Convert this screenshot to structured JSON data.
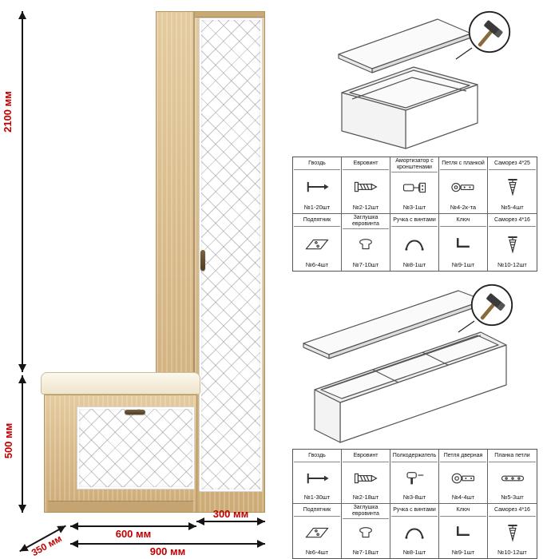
{
  "dimensions": {
    "total_height": "2100 мм",
    "bench_height": "500 мм",
    "depth": "350 мм",
    "bench_width": "600 мм",
    "cabinet_width": "300 мм",
    "total_width": "900 мм"
  },
  "colors": {
    "dimension_text": "#c00000",
    "oak": "#d7b887",
    "door_white": "#ffffff",
    "line": "#555555"
  },
  "hardware_tables": [
    {
      "name": "bench-hardware",
      "rows": [
        [
          {
            "label": "Гвоздь",
            "count": "№1-20шт",
            "icon": "nail-icon"
          },
          {
            "label": "Евровинт",
            "count": "№2-12шт",
            "icon": "euroscrew-icon"
          },
          {
            "label": "Амортизатор с кронштенами",
            "count": "№3-1шт",
            "icon": "absorber-icon"
          },
          {
            "label": "Петля с планкой",
            "count": "№4-2к-та",
            "icon": "hinge-plate-icon"
          },
          {
            "label": "Саморез 4*25",
            "count": "№5-4шт",
            "icon": "screw-icon"
          }
        ],
        [
          {
            "label": "Подпятник",
            "count": "№6-4шт",
            "icon": "footpad-icon"
          },
          {
            "label": "Заглушка евровинта",
            "count": "№7-10шт",
            "icon": "cap-icon"
          },
          {
            "label": "Ручка с винтами",
            "count": "№8-1шт",
            "icon": "handle-icon"
          },
          {
            "label": "Ключ",
            "count": "№9-1шт",
            "icon": "key-icon"
          },
          {
            "label": "Саморез 4*16",
            "count": "№10-12шт",
            "icon": "screw-icon"
          }
        ]
      ]
    },
    {
      "name": "cabinet-hardware",
      "rows": [
        [
          {
            "label": "Гвоздь",
            "count": "№1-30шт",
            "icon": "nail-icon"
          },
          {
            "label": "Евровинт",
            "count": "№2-18шт",
            "icon": "euroscrew-icon"
          },
          {
            "label": "Полкодержатель",
            "count": "№3-8шт",
            "icon": "shelf-holder-icon"
          },
          {
            "label": "Петля дверная",
            "count": "№4-4шт",
            "icon": "door-hinge-icon"
          },
          {
            "label": "Планка петли",
            "count": "№5-3шт",
            "icon": "hinge-strip-icon"
          }
        ],
        [
          {
            "label": "Подпятник",
            "count": "№6-4шт",
            "icon": "footpad-icon"
          },
          {
            "label": "Заглушка евровинта",
            "count": "№7-18шт",
            "icon": "cap-icon"
          },
          {
            "label": "Ручка с винтами",
            "count": "№8-1шт",
            "icon": "handle-icon"
          },
          {
            "label": "Ключ",
            "count": "№9-1шт",
            "icon": "key-icon"
          },
          {
            "label": "Саморез 4*16",
            "count": "№10-12шт",
            "icon": "screw-icon"
          }
        ]
      ]
    }
  ]
}
